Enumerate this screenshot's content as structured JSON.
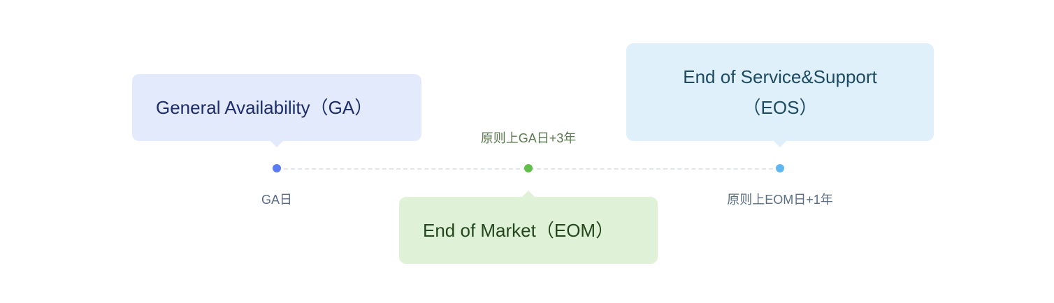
{
  "milestones": [
    {
      "title": "General Availability（GA）",
      "label": "GA日",
      "dot_color": "#5b7cf0",
      "card_color": "#e3eafb"
    },
    {
      "title": "End of Market（EOM）",
      "label": "原则上GA日+3年",
      "dot_color": "#62bf4b",
      "card_color": "#dff2d8"
    },
    {
      "title_line1": "End of Service&Support",
      "title_line2": "（EOS）",
      "label": "原则上EOM日+1年",
      "dot_color": "#62b6f0",
      "card_color": "#dff0fa"
    }
  ],
  "colors": {
    "ga_label": "#5a6b8c",
    "eom_label": "#5a7a4f",
    "eos_label": "#5a6f85",
    "line": "#e2e5ea"
  }
}
